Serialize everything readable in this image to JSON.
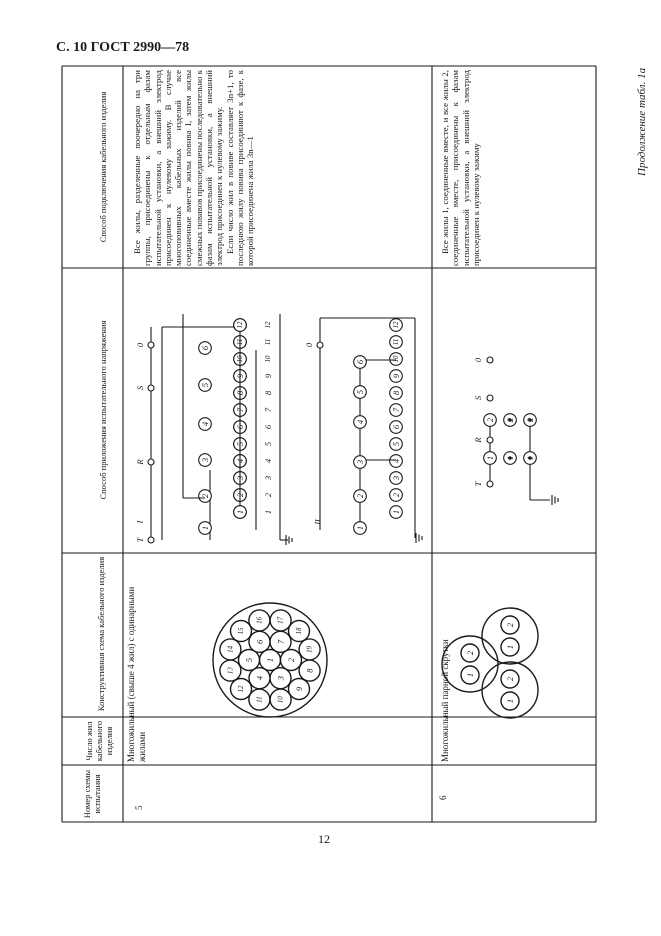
{
  "page": {
    "header": "С. 10 ГОСТ 2990—78",
    "continuation": "Продолжение табл. 1а",
    "page_number": "12"
  },
  "table": {
    "columns": [
      "Номер схемы испытания",
      "Число жил кабельного изделия",
      "Конструктивная схема кабельного изделия",
      "Способ приложения испытательного напряжения",
      "Способ подключения кабельного изделия"
    ],
    "rows": [
      {
        "number": "5",
        "cores": "Много­жиль­ный (свыше 4 жил) с одинар­ными жилами",
        "connection": [
          "Все жилы, разделенные поочередно на три группы, присоединены к отдельным фазам испытательной установки, а внешний электрод присоединен к нулевому зажиму. В случае многоповивных кабельных изделий все соединенные вместе жилы повива I, затем жилы смежных повивов присоединены последовательно к фазам испытательной установки, а внешний электрод присоединен к нулевому зажиму.",
          "Если число жил в повиве составляет 3n+1, то последнюю жилу повива присоединяют к фазе, к которой присоединена жила 3n—1"
        ]
      },
      {
        "number": "6",
        "cores": "Много­жиль­ный парной скрутки",
        "connection": [
          "Все жилы 1, соединенные вместе, и все жилы 2, соединенные вместе, присоединены к фазам испытательной установки, а внешний электрод присоединен к нулевому зажиму"
        ]
      }
    ]
  },
  "diagram5": {
    "core_numbers": [
      "1",
      "2",
      "3",
      "4",
      "5",
      "6",
      "7",
      "8",
      "9",
      "10",
      "11",
      "12",
      "13",
      "14",
      "15",
      "16",
      "17",
      "18",
      "19"
    ],
    "phases": [
      "T",
      "R",
      "S",
      "0"
    ],
    "layer_marks": [
      "I",
      "II"
    ],
    "row1_numbers": [
      "1",
      "2",
      "3",
      "4",
      "5",
      "6",
      "7",
      "8",
      "9",
      "10",
      "11",
      "12"
    ],
    "top_numbers": [
      "1",
      "2",
      "3",
      "4",
      "5",
      "6"
    ]
  },
  "diagram6": {
    "pair_labels": [
      "1",
      "2"
    ],
    "phases": [
      "T",
      "R",
      "S",
      "0"
    ]
  }
}
